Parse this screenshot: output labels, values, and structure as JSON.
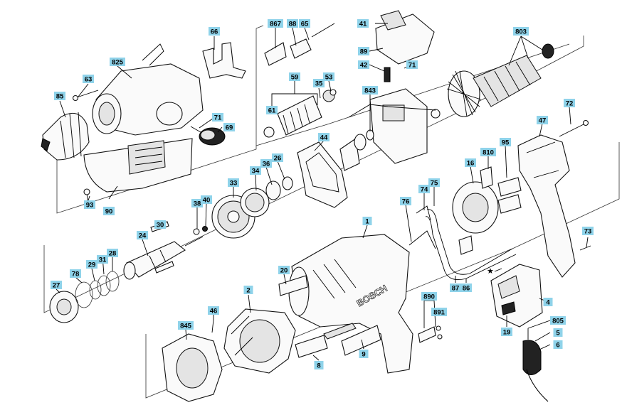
{
  "diagram": {
    "brand_text": "BOSCH",
    "star_symbol": "★",
    "label_color": "#8fd3ea",
    "parts": [
      {
        "id": "66"
      },
      {
        "id": "867"
      },
      {
        "id": "88"
      },
      {
        "id": "65"
      },
      {
        "id": "41"
      },
      {
        "id": "803"
      },
      {
        "id": "825"
      },
      {
        "id": "63"
      },
      {
        "id": "85"
      },
      {
        "id": "89"
      },
      {
        "id": "42"
      },
      {
        "id": "71a",
        "label": "71"
      },
      {
        "id": "59"
      },
      {
        "id": "53"
      },
      {
        "id": "35"
      },
      {
        "id": "61"
      },
      {
        "id": "843"
      },
      {
        "id": "71b",
        "label": "71"
      },
      {
        "id": "69"
      },
      {
        "id": "72"
      },
      {
        "id": "47"
      },
      {
        "id": "44"
      },
      {
        "id": "26"
      },
      {
        "id": "36"
      },
      {
        "id": "34"
      },
      {
        "id": "33"
      },
      {
        "id": "810"
      },
      {
        "id": "95"
      },
      {
        "id": "16"
      },
      {
        "id": "93"
      },
      {
        "id": "90"
      },
      {
        "id": "38"
      },
      {
        "id": "40"
      },
      {
        "id": "30"
      },
      {
        "id": "24"
      },
      {
        "id": "74"
      },
      {
        "id": "75"
      },
      {
        "id": "76"
      },
      {
        "id": "1"
      },
      {
        "id": "73"
      },
      {
        "id": "31"
      },
      {
        "id": "28"
      },
      {
        "id": "29"
      },
      {
        "id": "78"
      },
      {
        "id": "27"
      },
      {
        "id": "20"
      },
      {
        "id": "2"
      },
      {
        "id": "87"
      },
      {
        "id": "86"
      },
      {
        "id": "890"
      },
      {
        "id": "891"
      },
      {
        "id": "4"
      },
      {
        "id": "46"
      },
      {
        "id": "845"
      },
      {
        "id": "19"
      },
      {
        "id": "805"
      },
      {
        "id": "5"
      },
      {
        "id": "6"
      },
      {
        "id": "9"
      },
      {
        "id": "8"
      }
    ]
  }
}
